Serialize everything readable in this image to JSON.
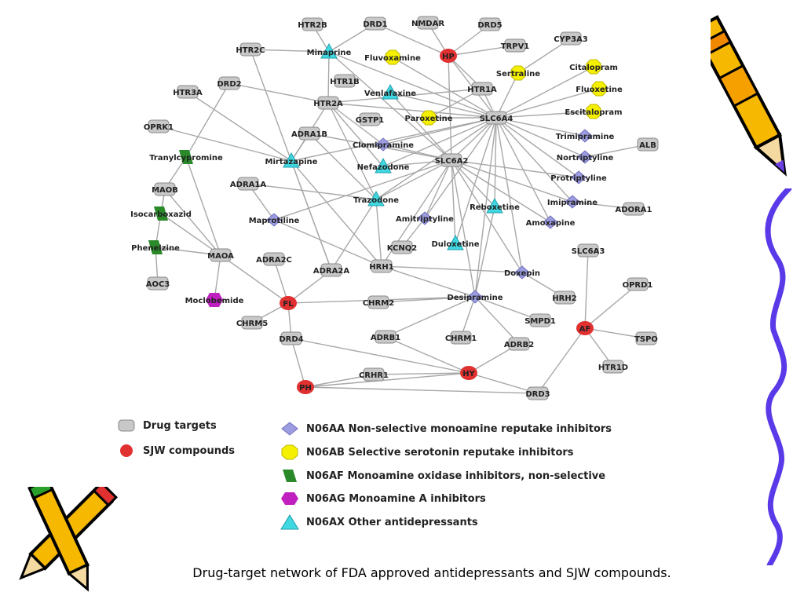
{
  "caption": "Drug-target network of FDA approved antidepressants and SJW compounds.",
  "legend": [
    {
      "label": "Drug targets",
      "shape": "rounded-rect",
      "color": "#c8c8c8"
    },
    {
      "label": "SJW compounds",
      "shape": "circle",
      "color": "#e03030"
    },
    {
      "label": "N06AA Non-selective monoamine reputake inhibitors",
      "shape": "diamond",
      "color": "#9c9ce0"
    },
    {
      "label": "N06AB Selective serotonin reputake inhibitors",
      "shape": "octagon",
      "color": "#f5f000"
    },
    {
      "label": "N06AF Monoamine oxidase inhibitors, non-selective",
      "shape": "parallelogram",
      "color": "#2a8a2a"
    },
    {
      "label": "N06AG Monoamine A inhibitors",
      "shape": "hexagon",
      "color": "#c020c0"
    },
    {
      "label": "N06AX Other antidepressants",
      "shape": "triangle",
      "color": "#40d8e0"
    }
  ],
  "colors": {
    "target": "#c8c8c8",
    "sjw": "#e03030",
    "n06aa": "#9c9ce0",
    "n06ab": "#f5f000",
    "n06af": "#2a8a2a",
    "n06ag": "#c020c0",
    "n06ax": "#40d8e0",
    "edge": "#a8a8a8"
  },
  "nodes": [
    {
      "id": "HTR2B",
      "type": "target"
    },
    {
      "id": "DRD1",
      "type": "target"
    },
    {
      "id": "NMDAR",
      "type": "target"
    },
    {
      "id": "DRD5",
      "type": "target"
    },
    {
      "id": "TRPV1",
      "type": "target"
    },
    {
      "id": "CYP3A3",
      "type": "target"
    },
    {
      "id": "HTR2C",
      "type": "target"
    },
    {
      "id": "Minaprine",
      "type": "n06ax"
    },
    {
      "id": "Fluvoxamine",
      "type": "n06ab"
    },
    {
      "id": "HP",
      "type": "sjw"
    },
    {
      "id": "Citalopram",
      "type": "n06ab"
    },
    {
      "id": "Sertraline",
      "type": "n06ab"
    },
    {
      "id": "DRD2",
      "type": "target"
    },
    {
      "id": "HTR1B",
      "type": "target"
    },
    {
      "id": "Venlafaxine",
      "type": "n06ax"
    },
    {
      "id": "HTR1A",
      "type": "target"
    },
    {
      "id": "Fluoxetine",
      "type": "n06ab"
    },
    {
      "id": "HTR3A",
      "type": "target"
    },
    {
      "id": "HTR2A",
      "type": "target"
    },
    {
      "id": "Escitalopram",
      "type": "n06ab"
    },
    {
      "id": "Paroxetine",
      "type": "n06ab"
    },
    {
      "id": "SLC6A4",
      "type": "target"
    },
    {
      "id": "GSTP1",
      "type": "target"
    },
    {
      "id": "OPRK1",
      "type": "target"
    },
    {
      "id": "ADRA1B",
      "type": "target"
    },
    {
      "id": "Trimipramine",
      "type": "n06aa"
    },
    {
      "id": "Clomipramine",
      "type": "n06aa"
    },
    {
      "id": "ALB",
      "type": "target"
    },
    {
      "id": "Nortriptyline",
      "type": "n06aa"
    },
    {
      "id": "Tranylcypromine",
      "type": "n06af"
    },
    {
      "id": "Mirtazapine",
      "type": "n06ax"
    },
    {
      "id": "SLC6A2",
      "type": "target"
    },
    {
      "id": "Nefazodone",
      "type": "n06ax"
    },
    {
      "id": "Protriptyline",
      "type": "n06aa"
    },
    {
      "id": "ADRA1A",
      "type": "target"
    },
    {
      "id": "MAOB",
      "type": "target"
    },
    {
      "id": "Trazodone",
      "type": "n06ax"
    },
    {
      "id": "Imipramine",
      "type": "n06aa"
    },
    {
      "id": "Reboxetine",
      "type": "n06ax"
    },
    {
      "id": "ADORA1",
      "type": "target"
    },
    {
      "id": "Isocarboxazid",
      "type": "n06af"
    },
    {
      "id": "Amitriptyline",
      "type": "n06aa"
    },
    {
      "id": "Maprotiline",
      "type": "n06aa"
    },
    {
      "id": "Amoxapine",
      "type": "n06aa"
    },
    {
      "id": "Phenelzine",
      "type": "n06af"
    },
    {
      "id": "KCNQ2",
      "type": "target"
    },
    {
      "id": "Duloxetine",
      "type": "n06ax"
    },
    {
      "id": "MAOA",
      "type": "target"
    },
    {
      "id": "ADRA2C",
      "type": "target"
    },
    {
      "id": "SLC6A3",
      "type": "target"
    },
    {
      "id": "HRH1",
      "type": "target"
    },
    {
      "id": "ADRA2A",
      "type": "target"
    },
    {
      "id": "Doxepin",
      "type": "n06aa"
    },
    {
      "id": "AOC3",
      "type": "target"
    },
    {
      "id": "OPRD1",
      "type": "target"
    },
    {
      "id": "Moclobemide",
      "type": "n06ag"
    },
    {
      "id": "FL",
      "type": "sjw"
    },
    {
      "id": "CHRM2",
      "type": "target"
    },
    {
      "id": "Desipramine",
      "type": "n06aa"
    },
    {
      "id": "HRH2",
      "type": "target"
    },
    {
      "id": "CHRM5",
      "type": "target"
    },
    {
      "id": "SMPD1",
      "type": "target"
    },
    {
      "id": "AF",
      "type": "sjw"
    },
    {
      "id": "DRD4",
      "type": "target"
    },
    {
      "id": "ADRB1",
      "type": "target"
    },
    {
      "id": "CHRM1",
      "type": "target"
    },
    {
      "id": "TSPO",
      "type": "target"
    },
    {
      "id": "ADRB2",
      "type": "target"
    },
    {
      "id": "HTR1D",
      "type": "target"
    },
    {
      "id": "CRHR1",
      "type": "target"
    },
    {
      "id": "HY",
      "type": "sjw"
    },
    {
      "id": "PH",
      "type": "sjw"
    },
    {
      "id": "DRD3",
      "type": "target"
    }
  ],
  "edges": [
    [
      "HTR2B",
      "Minaprine"
    ],
    [
      "DRD1",
      "Minaprine"
    ],
    [
      "HTR2C",
      "Minaprine"
    ],
    [
      "Minaprine",
      "HTR2A"
    ],
    [
      "Minaprine",
      "SLC6A4"
    ],
    [
      "Minaprine",
      "SLC6A2"
    ],
    [
      "NMDAR",
      "HP"
    ],
    [
      "DRD5",
      "HP"
    ],
    [
      "DRD1",
      "HP"
    ],
    [
      "HP",
      "SLC6A4"
    ],
    [
      "HP",
      "SLC6A2"
    ],
    [
      "TRPV1",
      "HP"
    ],
    [
      "HP",
      "HTR1A"
    ],
    [
      "Fluvoxamine",
      "SLC6A4"
    ],
    [
      "CYP3A3",
      "Sertraline"
    ],
    [
      "Sertraline",
      "SLC6A4"
    ],
    [
      "Citalopram",
      "SLC6A4"
    ],
    [
      "Fluoxetine",
      "SLC6A4"
    ],
    [
      "Escitalopram",
      "SLC6A4"
    ],
    [
      "Paroxetine",
      "SLC6A4"
    ],
    [
      "Venlafaxine",
      "SLC6A4"
    ],
    [
      "Venlafaxine",
      "SLC6A2"
    ],
    [
      "HTR1A",
      "SLC6A4"
    ],
    [
      "HTR1A",
      "HTR2A"
    ],
    [
      "HTR1A",
      "Paroxetine"
    ],
    [
      "HTR2A",
      "Mirtazapine"
    ],
    [
      "HTR2A",
      "Nefazodone"
    ],
    [
      "HTR2A",
      "Trazodone"
    ],
    [
      "HTR2A",
      "Clomipramine"
    ],
    [
      "HTR2A",
      "SLC6A4"
    ],
    [
      "HTR2A",
      "DRD2"
    ],
    [
      "HTR3A",
      "Mirtazapine"
    ],
    [
      "OPRK1",
      "Mirtazapine"
    ],
    [
      "HTR2C",
      "Mirtazapine"
    ],
    [
      "ADRA1B",
      "Mirtazapine"
    ],
    [
      "ADRA1B",
      "SLC6A2"
    ],
    [
      "ADRA1B",
      "Trazodone"
    ],
    [
      "DRD2",
      "Tranylcypromine"
    ],
    [
      "Mirtazapine",
      "SLC6A4"
    ],
    [
      "Mirtazapine",
      "ADRA2A"
    ],
    [
      "Mirtazapine",
      "HRH1"
    ],
    [
      "Nefazodone",
      "SLC6A4"
    ],
    [
      "Nefazodone",
      "SLC6A2"
    ],
    [
      "Clomipramine",
      "SLC6A4"
    ],
    [
      "Clomipramine",
      "SLC6A2"
    ],
    [
      "Trimipramine",
      "SLC6A4"
    ],
    [
      "Nortriptyline",
      "SLC6A4"
    ],
    [
      "Nortriptyline",
      "ALB"
    ],
    [
      "Protriptyline",
      "SLC6A4"
    ],
    [
      "Protriptyline",
      "SLC6A2"
    ],
    [
      "Imipramine",
      "SLC6A4"
    ],
    [
      "Imipramine",
      "ADORA1"
    ],
    [
      "Amoxapine",
      "SLC6A4"
    ],
    [
      "Amoxapine",
      "SLC6A2"
    ],
    [
      "SLC6A4",
      "SLC6A2"
    ],
    [
      "SLC6A4",
      "Desipramine"
    ],
    [
      "SLC6A4",
      "Doxepin"
    ],
    [
      "SLC6A4",
      "Duloxetine"
    ],
    [
      "SLC6A4",
      "Reboxetine"
    ],
    [
      "SLC6A4",
      "Trazodone"
    ],
    [
      "SLC6A4",
      "Amitriptyline"
    ],
    [
      "SLC6A2",
      "Trazodone"
    ],
    [
      "SLC6A2",
      "Amitriptyline"
    ],
    [
      "SLC6A2",
      "Reboxetine"
    ],
    [
      "SLC6A2",
      "Duloxetine"
    ],
    [
      "SLC6A2",
      "Desipramine"
    ],
    [
      "SLC6A2",
      "Maprotiline"
    ],
    [
      "SLC6A2",
      "HRH1"
    ],
    [
      "SLC6A2",
      "Doxepin"
    ],
    [
      "SLC6A2",
      "Imipramine"
    ],
    [
      "ADRA1A",
      "Maprotiline"
    ],
    [
      "ADRA1A",
      "Trazodone"
    ],
    [
      "Trazodone",
      "ADRA2A"
    ],
    [
      "Trazodone",
      "HRH1"
    ],
    [
      "Maprotiline",
      "HRH1"
    ],
    [
      "MAOB",
      "Tranylcypromine"
    ],
    [
      "MAOB",
      "Isocarboxazid"
    ],
    [
      "MAOB",
      "Phenelzine"
    ],
    [
      "MAOB",
      "MAOA"
    ],
    [
      "Tranylcypromine",
      "MAOA"
    ],
    [
      "Isocarboxazid",
      "MAOA"
    ],
    [
      "Phenelzine",
      "MAOA"
    ],
    [
      "Phenelzine",
      "AOC3"
    ],
    [
      "MAOA",
      "Moclobemide"
    ],
    [
      "MAOA",
      "FL"
    ],
    [
      "ADRA2C",
      "FL"
    ],
    [
      "ADRA2A",
      "FL"
    ],
    [
      "ADRA2A",
      "Mirtazapine"
    ],
    [
      "Amitriptyline",
      "KCNQ2"
    ],
    [
      "HRH1",
      "Doxepin"
    ],
    [
      "HRH1",
      "Desipramine"
    ],
    [
      "Reboxetine",
      "Desipramine"
    ],
    [
      "Doxepin",
      "HRH2"
    ],
    [
      "Desipramine",
      "CHRM2"
    ],
    [
      "Desipramine",
      "ADRB1"
    ],
    [
      "Desipramine",
      "CHRM1"
    ],
    [
      "Desipramine",
      "ADRB2"
    ],
    [
      "Desipramine",
      "SMPD1"
    ],
    [
      "Desipramine",
      "FL"
    ],
    [
      "FL",
      "CHRM5"
    ],
    [
      "FL",
      "DRD4"
    ],
    [
      "DRD4",
      "PH"
    ],
    [
      "DRD4",
      "HY"
    ],
    [
      "ADRB1",
      "HY"
    ],
    [
      "ADRB2",
      "HY"
    ],
    [
      "HY",
      "CRHR1"
    ],
    [
      "HY",
      "PH"
    ],
    [
      "HY",
      "DRD3"
    ],
    [
      "PH",
      "CRHR1"
    ],
    [
      "PH",
      "DRD3"
    ],
    [
      "DRD3",
      "AF"
    ],
    [
      "AF",
      "SLC6A3"
    ],
    [
      "AF",
      "OPRD1"
    ],
    [
      "AF",
      "TSPO"
    ],
    [
      "AF",
      "HTR1D"
    ]
  ]
}
